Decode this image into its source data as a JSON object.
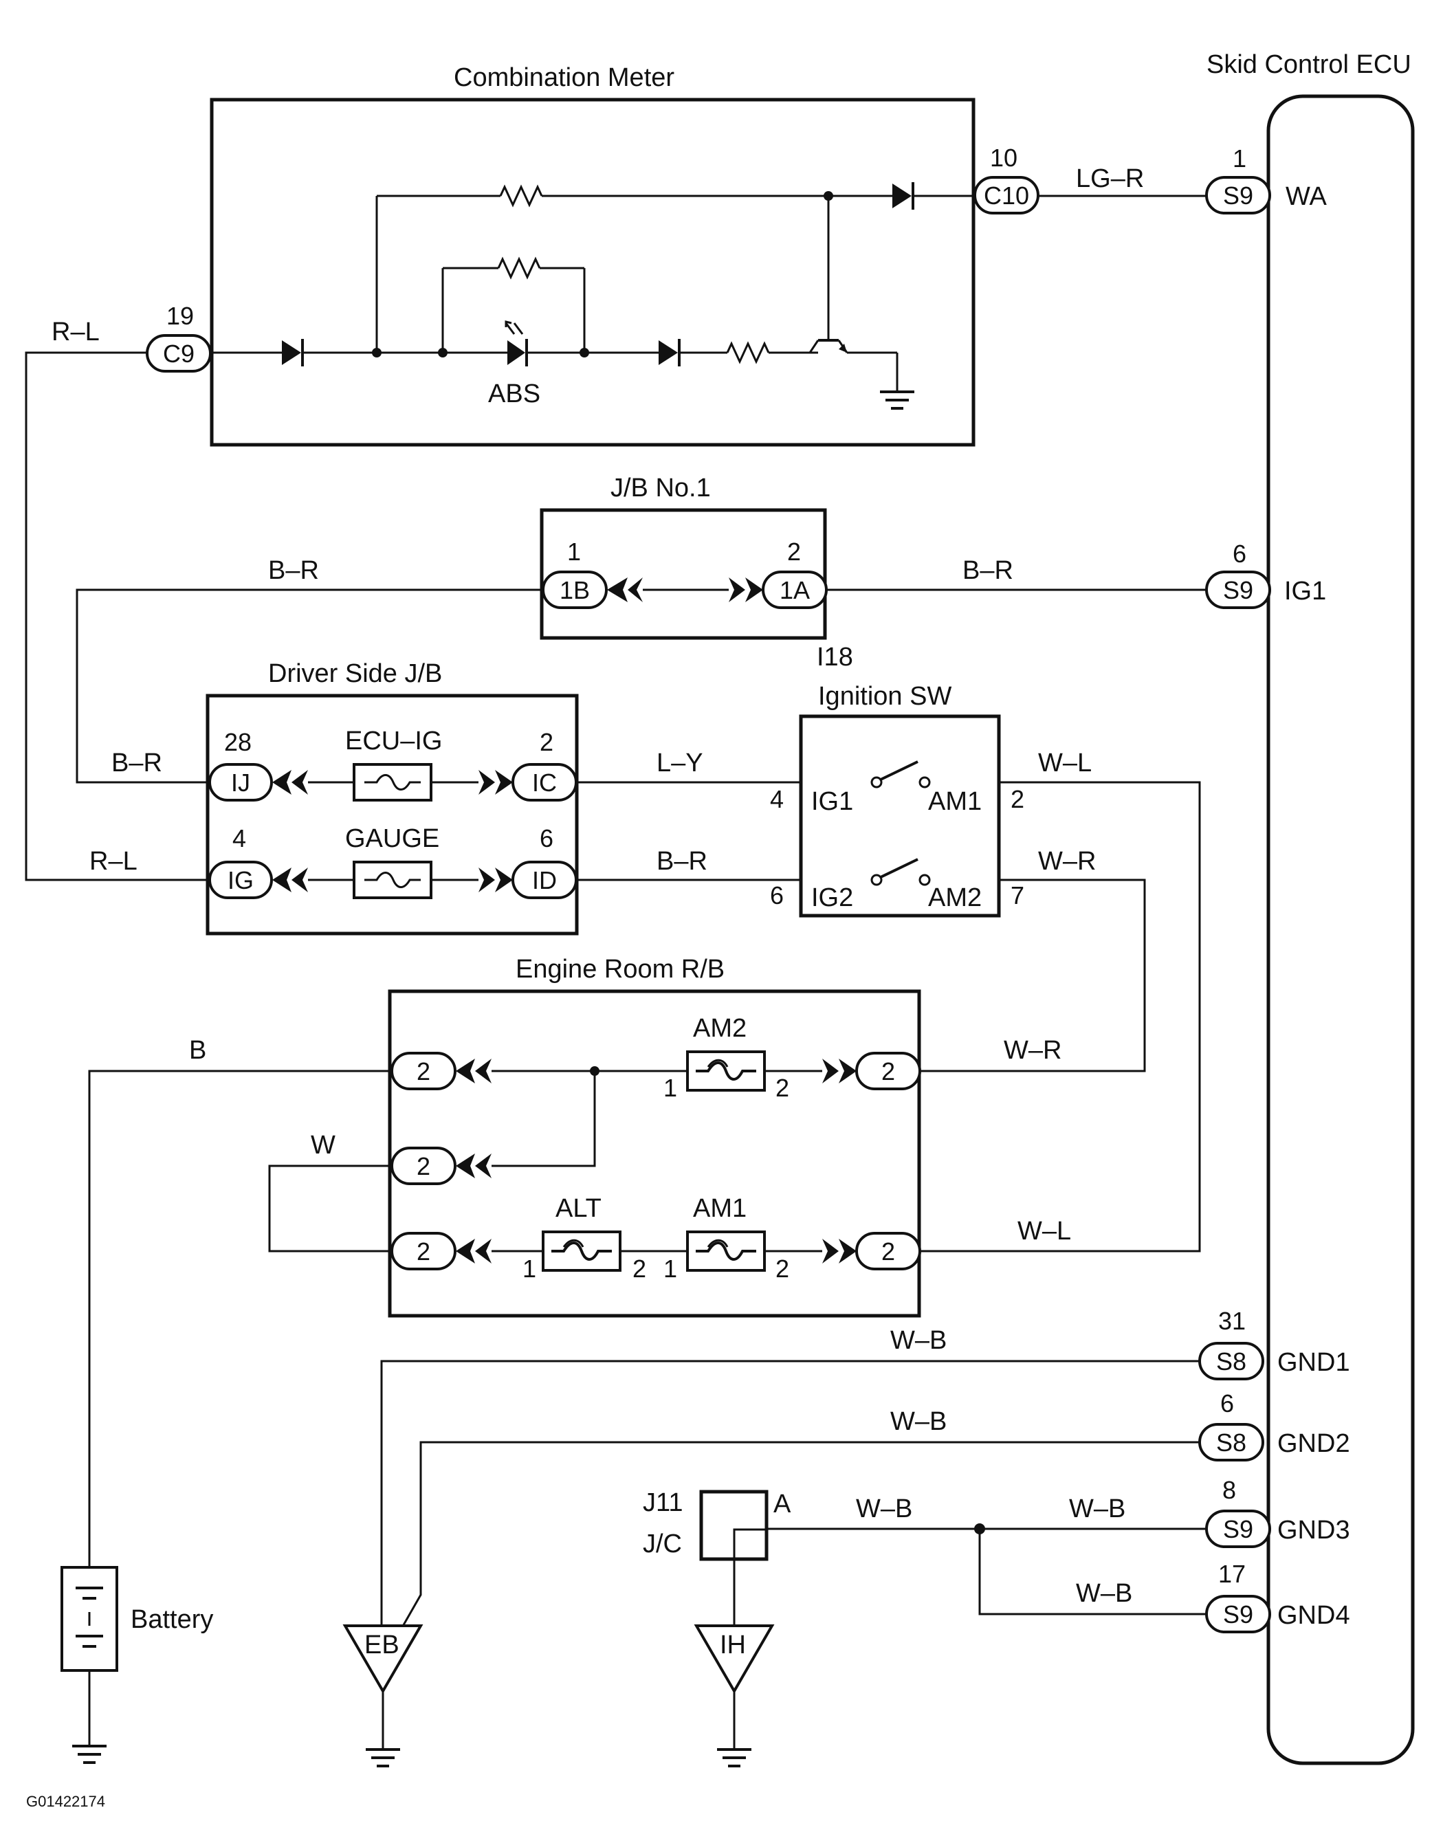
{
  "components": {
    "skid_ecu": "Skid Control ECU",
    "combo_meter": "Combination Meter",
    "abs": "ABS",
    "jb1": "J/B No.1",
    "driver_jb": "Driver Side J/B",
    "ign_sw": "Ignition SW",
    "ign_id": "I18",
    "engine_rb": "Engine Room R/B",
    "battery": "Battery",
    "jc_id": "J11",
    "jc": "J/C",
    "jc_pin": "A",
    "doc_id": "G01422174"
  },
  "fuses": {
    "ecu_ig": "ECU–IG",
    "gauge": "GAUGE",
    "am2": "AM2",
    "alt": "ALT",
    "am1": "AM1"
  },
  "ecu_terminals": [
    {
      "pin": "1",
      "connector": "S9",
      "name": "WA"
    },
    {
      "pin": "6",
      "connector": "S9",
      "name": "IG1"
    },
    {
      "pin": "31",
      "connector": "S8",
      "name": "GND1"
    },
    {
      "pin": "6",
      "connector": "S8",
      "name": "GND2"
    },
    {
      "pin": "8",
      "connector": "S9",
      "name": "GND3"
    },
    {
      "pin": "17",
      "connector": "S9",
      "name": "GND4"
    }
  ],
  "connectors": {
    "c10": {
      "pin": "10",
      "id": "C10"
    },
    "c9": {
      "pin": "19",
      "id": "C9"
    },
    "jb1_left": {
      "pin": "1",
      "id": "1B"
    },
    "jb1_right": {
      "pin": "2",
      "id": "1A"
    },
    "ij": {
      "pin": "28",
      "id": "IJ"
    },
    "ic": {
      "pin": "2",
      "id": "IC"
    },
    "ig": {
      "pin": "4",
      "id": "IG"
    },
    "id": {
      "pin": "6",
      "id": "ID"
    },
    "rb": "2"
  },
  "ign_terminals": {
    "ig1": "IG1",
    "am1": "AM1",
    "ig2": "IG2",
    "am2": "AM2",
    "p_ig1": "4",
    "p_am1": "2",
    "p_ig2": "6",
    "p_am2": "7"
  },
  "fuse_pins": {
    "one": "1",
    "two": "2"
  },
  "wires": {
    "lg_r": "LG–R",
    "r_l_top": "R–L",
    "r_l_mid": "R–L",
    "b_r_jb": "B–R",
    "b_r_ecu": "B–R",
    "b_r_ij": "B–R",
    "l_y": "L–Y",
    "b_r_id": "B–R",
    "w_l_top": "W–L",
    "w_r_top": "W–R",
    "b": "B",
    "w_r_rb": "W–R",
    "w": "W",
    "w_l_rb": "W–L",
    "w_b_1": "W–B",
    "w_b_2": "W–B",
    "w_b_3": "W–B",
    "w_b_4": "W–B",
    "w_b_5": "W–B"
  },
  "grounds": {
    "eb": "EB",
    "ih": "IH"
  }
}
